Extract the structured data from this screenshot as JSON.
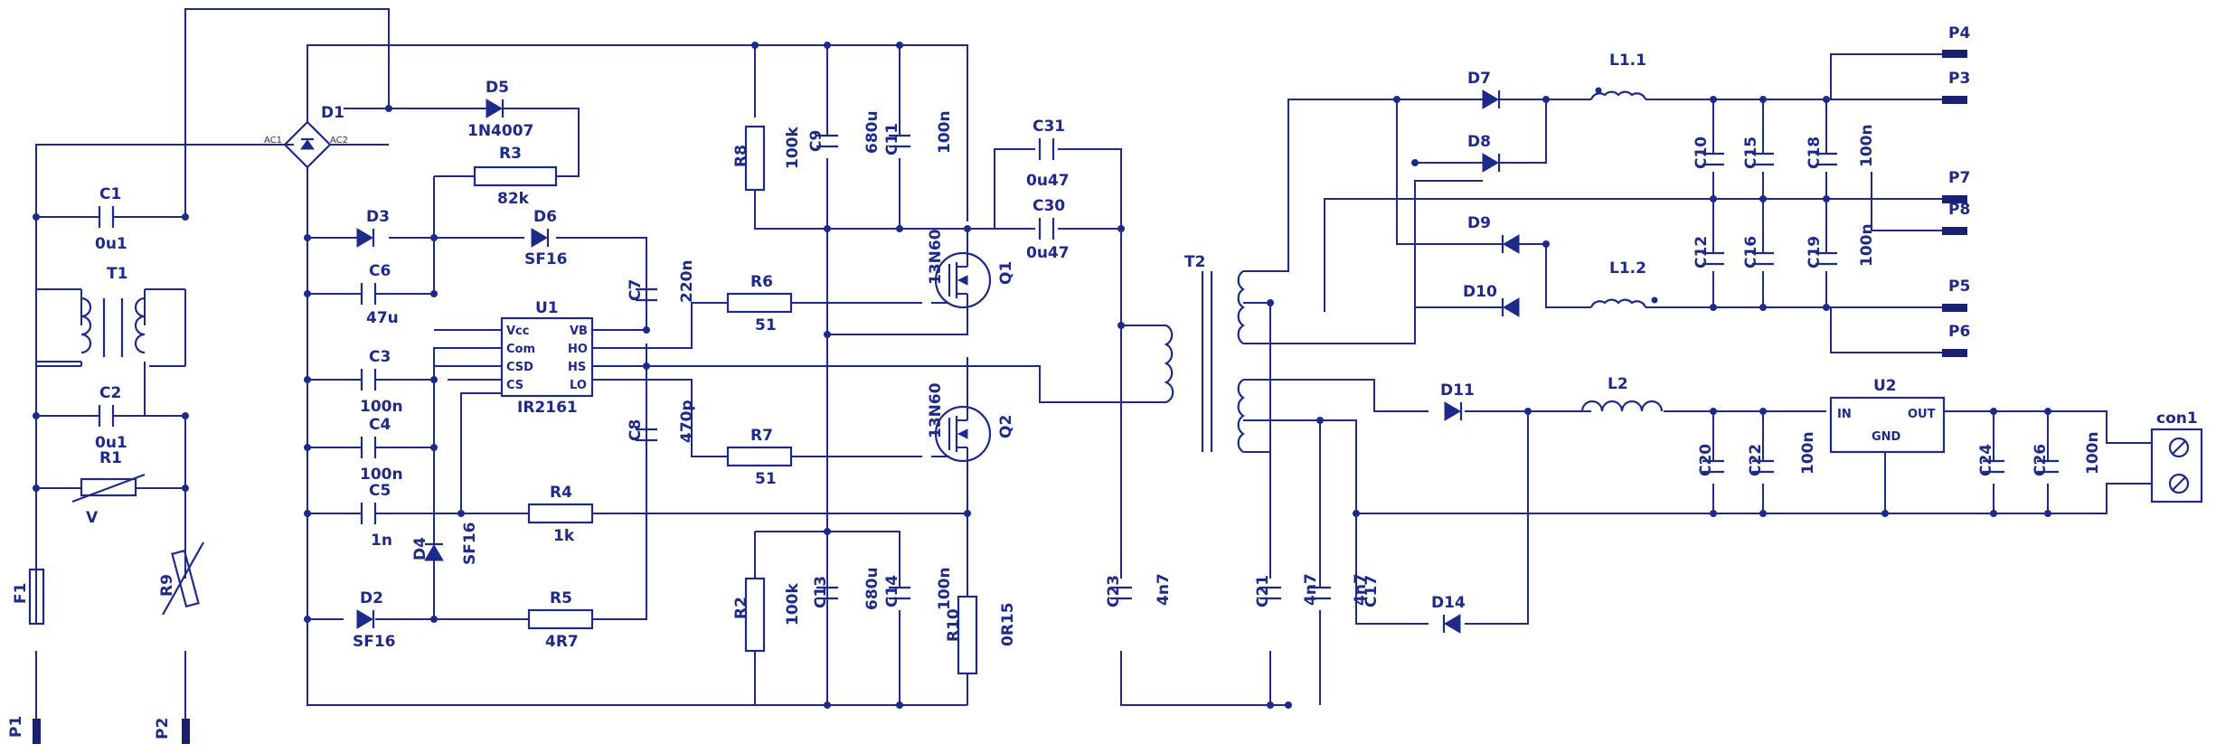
{
  "components": [
    {
      "ref": "P1",
      "value": ""
    },
    {
      "ref": "P2",
      "value": ""
    },
    {
      "ref": "F1",
      "value": ""
    },
    {
      "ref": "R9",
      "value": ""
    },
    {
      "ref": "R1",
      "value": "V"
    },
    {
      "ref": "T1",
      "value": ""
    },
    {
      "ref": "C1",
      "value": "0u1"
    },
    {
      "ref": "C2",
      "value": "0u1"
    },
    {
      "ref": "D1",
      "value": ""
    },
    {
      "ref": "D5",
      "value": "1N4007"
    },
    {
      "ref": "R3",
      "value": "82k"
    },
    {
      "ref": "D3",
      "value": ""
    },
    {
      "ref": "D6",
      "value": "SF16"
    },
    {
      "ref": "C6",
      "value": "47u"
    },
    {
      "ref": "C3",
      "value": "100n"
    },
    {
      "ref": "C4",
      "value": "100n"
    },
    {
      "ref": "C5",
      "value": "1n"
    },
    {
      "ref": "D4",
      "value": "SF16"
    },
    {
      "ref": "D2",
      "value": "SF16"
    },
    {
      "ref": "U1",
      "value": "IR2161"
    },
    {
      "ref": "C7",
      "value": "220n"
    },
    {
      "ref": "C8",
      "value": "470p"
    },
    {
      "ref": "R4",
      "value": "1k"
    },
    {
      "ref": "R5",
      "value": "4R7"
    },
    {
      "ref": "R6",
      "value": "51"
    },
    {
      "ref": "R7",
      "value": "51"
    },
    {
      "ref": "R8",
      "value": "100k"
    },
    {
      "ref": "C9",
      "value": "680u"
    },
    {
      "ref": "C11",
      "value": "100n"
    },
    {
      "ref": "R2",
      "value": "100k"
    },
    {
      "ref": "C13",
      "value": "680u"
    },
    {
      "ref": "C14",
      "value": "100n"
    },
    {
      "ref": "R10",
      "value": "0R15"
    },
    {
      "ref": "Q1",
      "value": "13N60"
    },
    {
      "ref": "Q2",
      "value": "13N60"
    },
    {
      "ref": "C31",
      "value": "0u47"
    },
    {
      "ref": "C30",
      "value": "0u47"
    },
    {
      "ref": "T2",
      "value": ""
    },
    {
      "ref": "C23",
      "value": "4n7"
    },
    {
      "ref": "C21",
      "value": "4n7"
    },
    {
      "ref": "C17",
      "value": "4n7"
    },
    {
      "ref": "D7",
      "value": ""
    },
    {
      "ref": "D8",
      "value": ""
    },
    {
      "ref": "D9",
      "value": ""
    },
    {
      "ref": "D10",
      "value": ""
    },
    {
      "ref": "D11",
      "value": ""
    },
    {
      "ref": "D14",
      "value": ""
    },
    {
      "ref": "L1.1",
      "value": ""
    },
    {
      "ref": "L1.2",
      "value": ""
    },
    {
      "ref": "L2",
      "value": ""
    },
    {
      "ref": "C10",
      "value": ""
    },
    {
      "ref": "C15",
      "value": ""
    },
    {
      "ref": "C18",
      "value": "100n"
    },
    {
      "ref": "C12",
      "value": ""
    },
    {
      "ref": "C16",
      "value": ""
    },
    {
      "ref": "C19",
      "value": "100n"
    },
    {
      "ref": "C20",
      "value": ""
    },
    {
      "ref": "C22",
      "value": "100n"
    },
    {
      "ref": "C24",
      "value": ""
    },
    {
      "ref": "C26",
      "value": "100n"
    },
    {
      "ref": "U2",
      "value": ""
    },
    {
      "ref": "con1",
      "value": ""
    },
    {
      "ref": "P3",
      "value": ""
    },
    {
      "ref": "P4",
      "value": ""
    },
    {
      "ref": "P5",
      "value": ""
    },
    {
      "ref": "P6",
      "value": ""
    },
    {
      "ref": "P7",
      "value": ""
    },
    {
      "ref": "P8",
      "value": ""
    }
  ],
  "ic_u1": {
    "ref": "U1",
    "value": "IR2161",
    "pins_left": [
      "Vcc",
      "Com",
      "CSD",
      "CS"
    ],
    "pins_right": [
      "VB",
      "HO",
      "HS",
      "LO"
    ]
  },
  "ic_u2": {
    "ref": "U2",
    "in": "IN",
    "out": "OUT",
    "gnd": "GND"
  },
  "d1_pins": {
    "ac1": "AC1",
    "ac2": "AC2"
  }
}
